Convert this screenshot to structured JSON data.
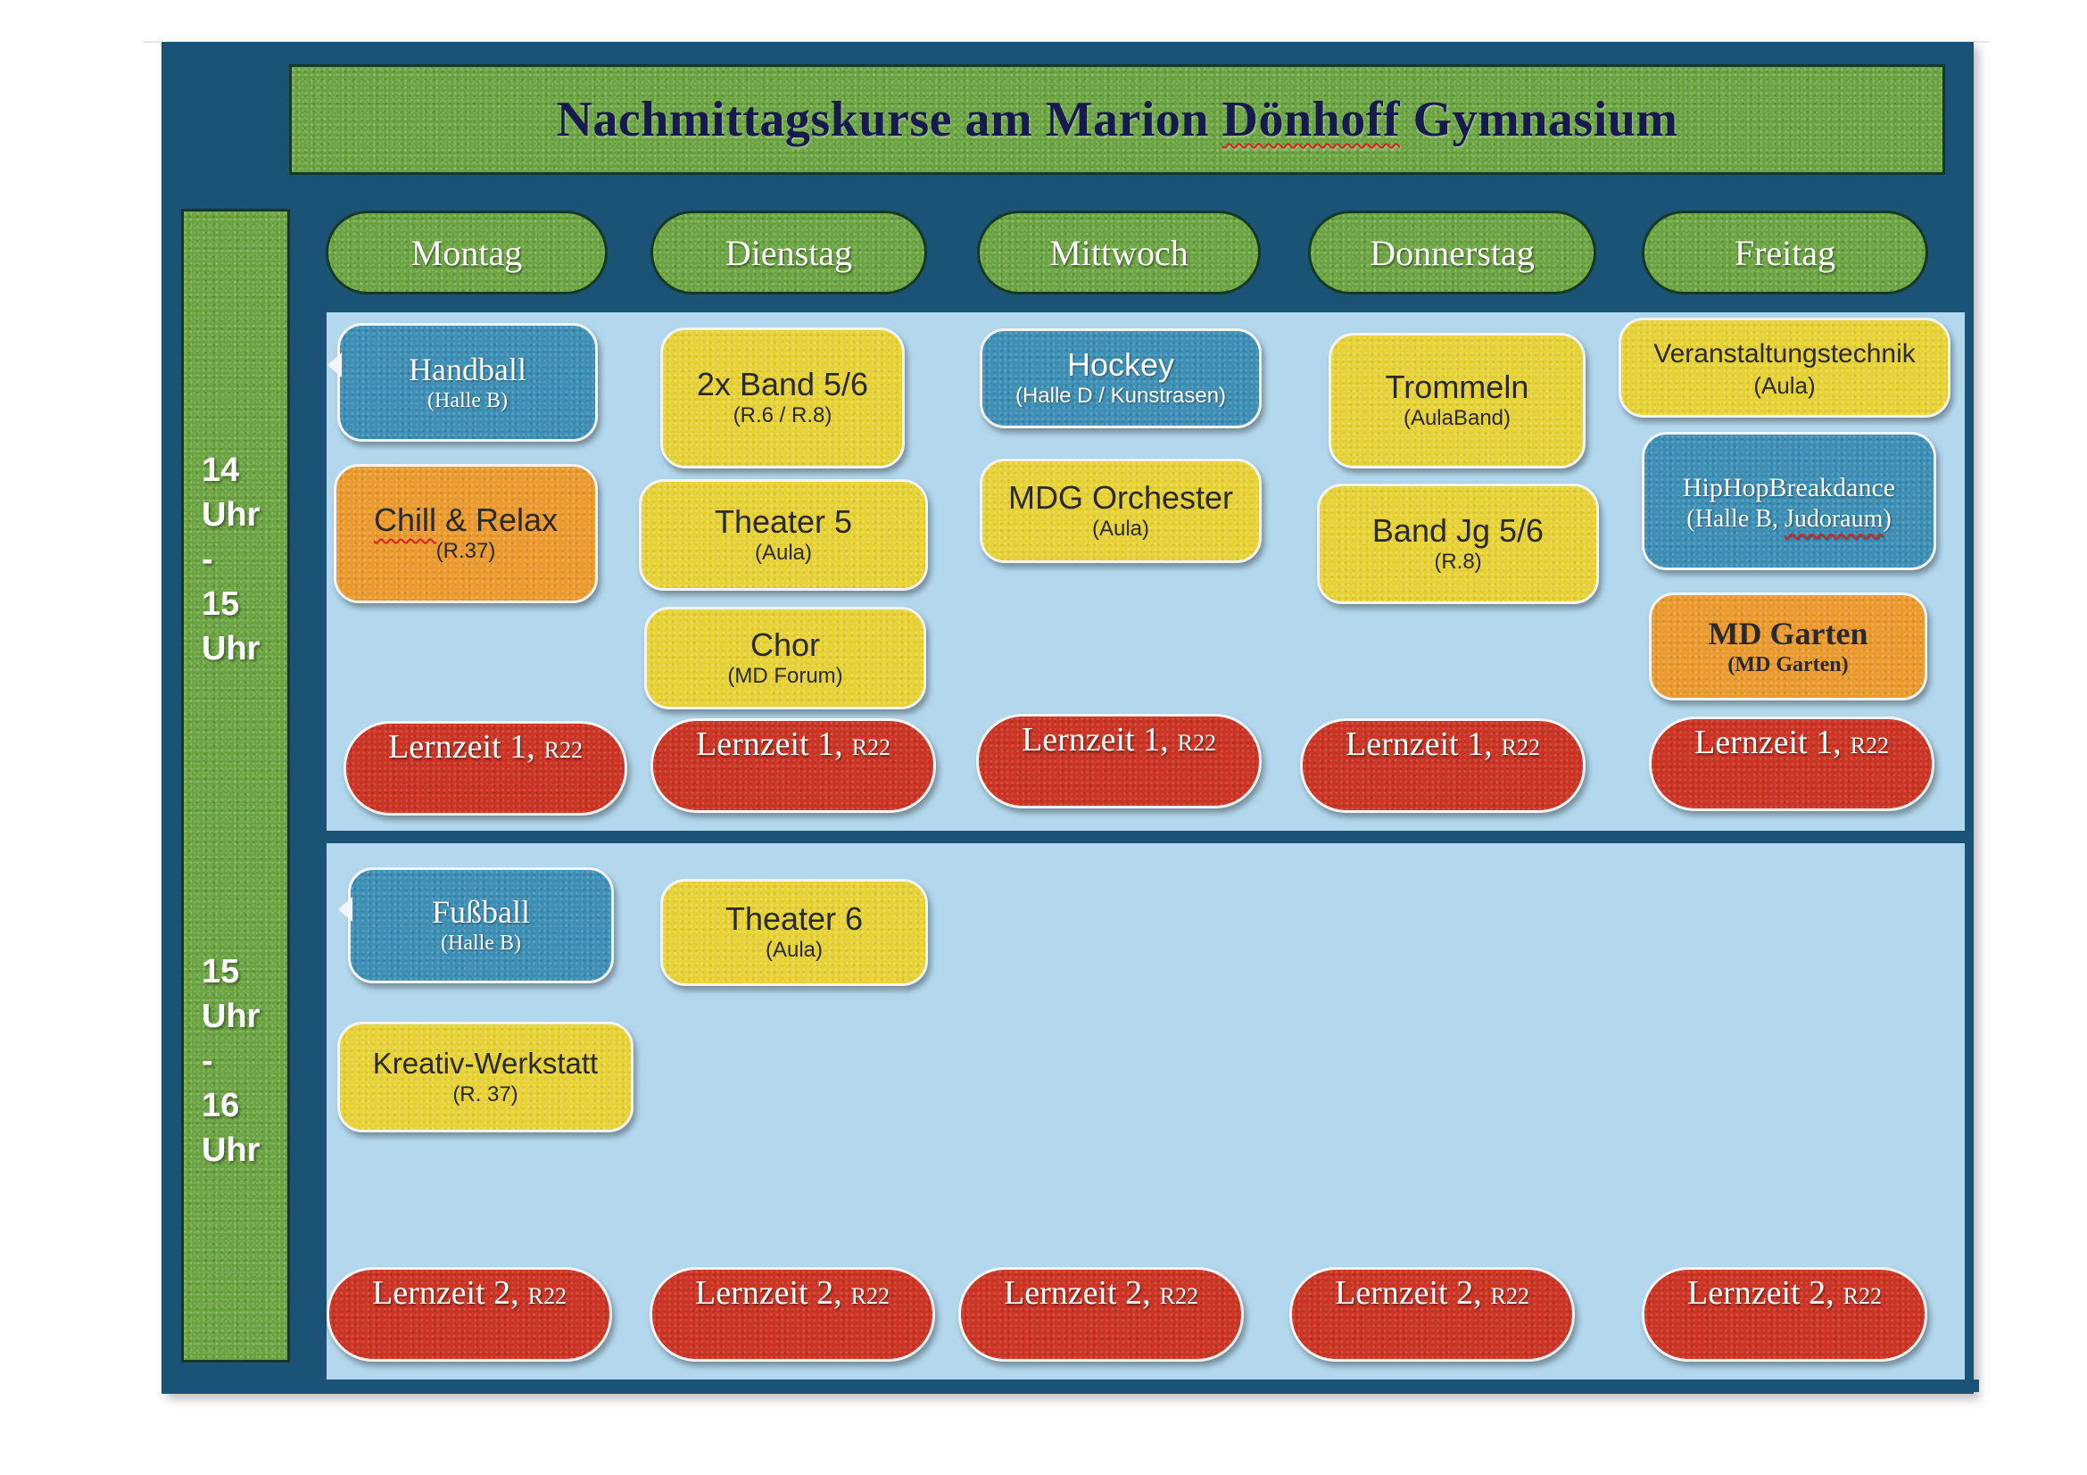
{
  "title": {
    "before": "Nachmittagskurse am Marion ",
    "flagged": "Dönhoff",
    "after": " Gymnasium"
  },
  "time_slots": [
    {
      "lines": [
        "14",
        "Uhr",
        "-",
        "15",
        "Uhr"
      ]
    },
    {
      "lines": [
        "15",
        "Uhr",
        "-",
        "16",
        "Uhr"
      ]
    }
  ],
  "days": [
    "Montag",
    "Dienstag",
    "Mittwoch",
    "Donnerstag",
    "Freitag"
  ],
  "colors": {
    "frame": "#1b5376",
    "green": "#69a33f",
    "panel": "#b3d8ee",
    "blue": "#3d8fb6",
    "yellow": "#e7d236",
    "orange": "#eb9a2e",
    "red": "#cc3424"
  },
  "slot1": {
    "handball": {
      "name": "Handball",
      "room": "(Halle B)"
    },
    "chill": {
      "name_flag": "Chill",
      "name_rest": " & Relax",
      "room": "(R.37)"
    },
    "band56": {
      "name": "2x Band 5/6",
      "room": "(R.6 / R.8)"
    },
    "theater5": {
      "name": "Theater 5",
      "room": "(Aula)"
    },
    "chor": {
      "name": "Chor",
      "room": "(MD Forum)"
    },
    "hockey": {
      "name": "Hockey",
      "room": "(Halle D / Kunstrasen)"
    },
    "orchester": {
      "name": "MDG Orchester",
      "room": "(Aula)"
    },
    "trommeln": {
      "name": "Trommeln",
      "room": "(AulaBand)"
    },
    "bandjg": {
      "name": "Band Jg 5/6",
      "room": "(R.8)"
    },
    "veranstaltung": {
      "name": "Veranstaltungstechnik",
      "room": "(Aula)"
    },
    "hiphop": {
      "name": "HipHopBreakdance",
      "room_before": "(Halle B, ",
      "room_flag": "Judoraum",
      "room_after": ")"
    },
    "garten": {
      "name": "MD Garten",
      "room": "(MD Garten)"
    }
  },
  "slot2": {
    "fussball": {
      "name": "Fußball",
      "room": "(Halle B)"
    },
    "theater6": {
      "name": "Theater 6",
      "room": "(Aula)"
    },
    "kreativ": {
      "name": "Kreativ-Werkstatt",
      "room": "(R. 37)"
    }
  },
  "lernzeit1": {
    "label": "Lernzeit 1,",
    "room": "R22"
  },
  "lernzeit2": {
    "label": "Lernzeit 2,",
    "room": "R22"
  }
}
